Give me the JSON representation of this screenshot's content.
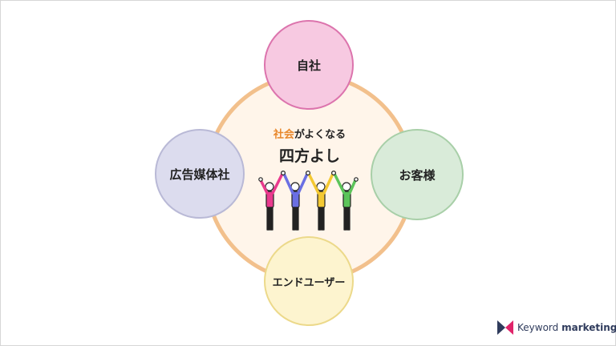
{
  "diagram": {
    "nodes": {
      "top": "自社",
      "left": "広告媒体社",
      "right": "お客様",
      "bottom": "エンドユーザー"
    },
    "center": {
      "highlight": "社会",
      "rest": "がよくなる",
      "title": "四方よし"
    },
    "figure_shirt_colors": [
      "#e93a8e",
      "#6a6fe3",
      "#f3c832",
      "#5cc45a"
    ]
  },
  "logo": {
    "word1": "Keyword",
    "word2": "marketing",
    "colors": {
      "primary": "#2f3b5c",
      "accent": "#e0246a"
    }
  },
  "colors": {
    "ring": "#f2c08c",
    "ring_fill": "#fff5ea",
    "center_highlight": "#e8882c"
  }
}
